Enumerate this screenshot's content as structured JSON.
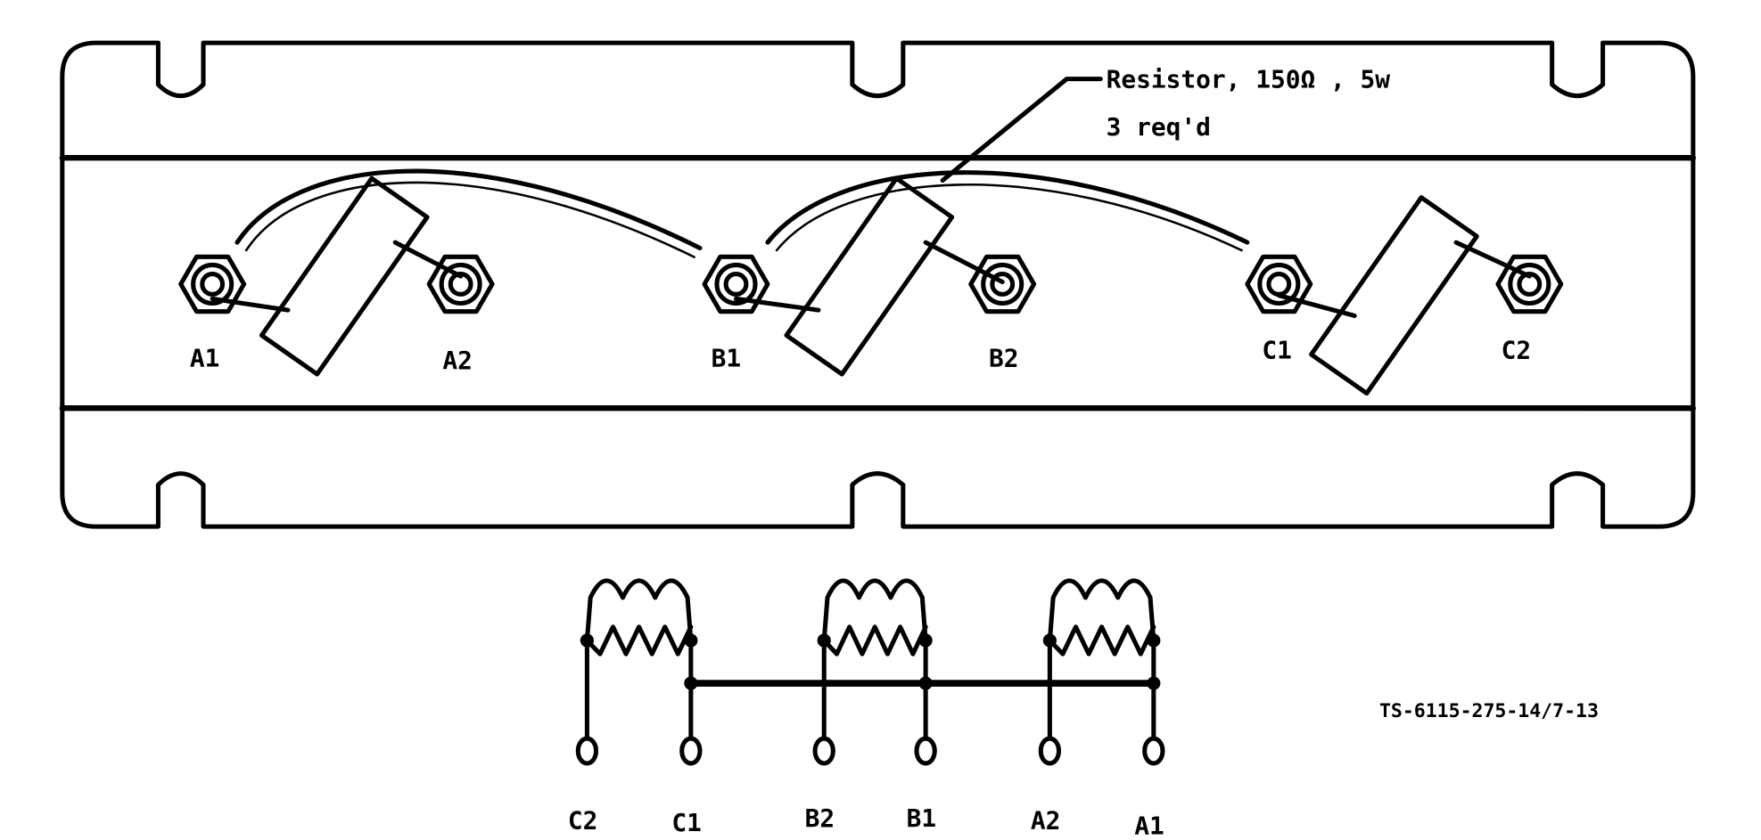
{
  "callout": {
    "line1": "Resistor, 150Ω , 5w",
    "line2": "3 req'd"
  },
  "panel_terminals": [
    "A1",
    "A2",
    "B1",
    "B2",
    "C1",
    "C2"
  ],
  "schematic_terminals": [
    "C2",
    "C1",
    "B2",
    "B1",
    "A2",
    "A1"
  ],
  "figure_id": "TS-6115-275-14/7-13"
}
